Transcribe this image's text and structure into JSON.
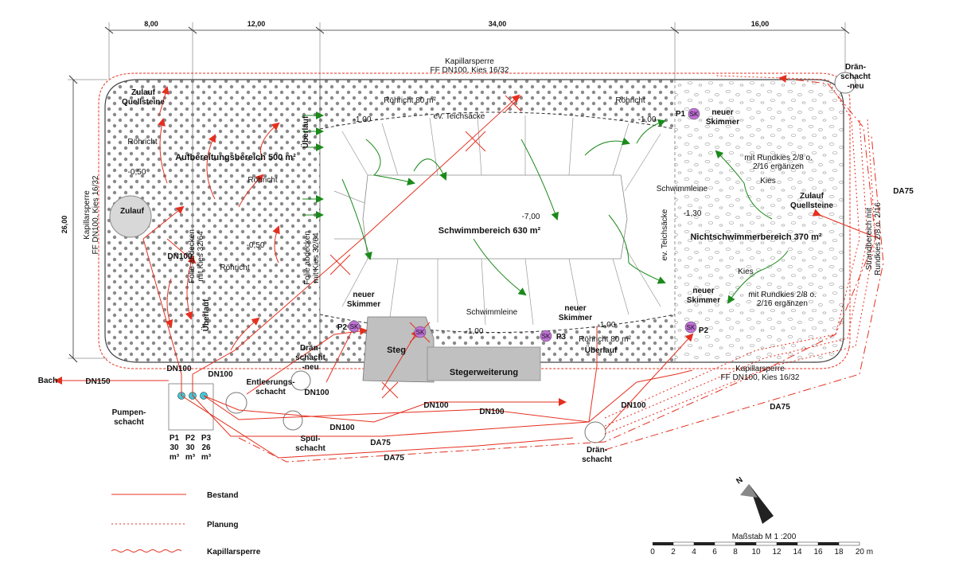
{
  "dimensions": [
    "8,00",
    "12,00",
    "34,00",
    "16,00",
    "26,00"
  ],
  "labels": {
    "kapillarsperre_top": [
      "Kapillarsperre",
      "FF DN100, Kies 16/32"
    ],
    "kapillarsperre_left": [
      "Kapillarsperre",
      "FF DN100, Kies 16/32"
    ],
    "kapillarsperre_bottom": [
      "Kapillarsperre",
      "FF DN100, Kies 16/32"
    ],
    "draenschacht_neu_top": [
      "Drän-",
      "schacht",
      "-neu"
    ],
    "draenschacht_neu_bottom": [
      "Drän-",
      "schacht",
      "-neu"
    ],
    "zulauf_quellsteine_left": [
      "Zulauf",
      "Quellsteine"
    ],
    "zulauf_quellsteine_right": [
      "Zulauf",
      "Quellsteine"
    ],
    "roehricht_80_top": "Röhricht 80 m²",
    "roehricht_80_bottom": "Röhricht 80 m²",
    "roehricht": "Röhricht",
    "ev_teichsaecke_top": "ev. Teichsäcke",
    "ev_teichsaecke_right": "ev. Teichsäcke",
    "aufbereitung": "Aufbereitungsbereich 500 m²",
    "schwimmbereich": "Schwimmbereich 630 m²",
    "nichtschwimmer": "Nichtschwimmerbereich 370 m²",
    "depth_neg_050": "-0,50",
    "depth_neg_100": "-1,00",
    "depth_neg_130": "-1,30",
    "depth_neg_700": "-7,00",
    "zulauf": "Zulauf",
    "dn100": "DN100",
    "dn150": "DN150",
    "da75": "DA75",
    "bach": "Bach",
    "folie": [
      "Folie abdecken",
      "mit Kies 32/64"
    ],
    "ueberlauf": "Überlauf",
    "schwimmleine": "Schwimmleine",
    "neuer_skimmer": [
      "neuer",
      "Skimmer"
    ],
    "sk": "SK",
    "p1": "P1",
    "p2": "P2",
    "p3": "P3",
    "rundkies": [
      "mit Rundkies 2/8 o.",
      "2/16 ergänzen"
    ],
    "kies": "Kies",
    "strandbereich": [
      "Strandbereich mit",
      "Rundkies 2/8 o. 2/16"
    ],
    "steg": "Steg",
    "stegerweiterung": "Stegerweiterung",
    "entleerungsschacht": [
      "Entleerungs-",
      "schacht"
    ],
    "pumpenschacht": [
      "Pumpen-",
      "schacht"
    ],
    "pumps": [
      {
        "name": "P1",
        "vol": "30",
        "unit": "m³"
      },
      {
        "name": "P2",
        "vol": "30",
        "unit": "m³"
      },
      {
        "name": "P3",
        "vol": "26",
        "unit": "m³"
      }
    ],
    "spuelschacht": [
      "Spül-",
      "schacht"
    ],
    "draenschacht": [
      "Drän-",
      "schacht"
    ]
  },
  "legend": {
    "bestand": "Bestand",
    "planung": "Planung",
    "kapillarsperre": "Kapillarsperre"
  },
  "scale": {
    "title": "Maßstab M 1 :200",
    "ticks": [
      "0",
      "2",
      "4",
      "6",
      "8",
      "10",
      "12",
      "14",
      "16",
      "18",
      "20 m"
    ]
  },
  "north": "N",
  "colors": {
    "existing": "#e53020",
    "green_arrow": "#1a8a1a",
    "skimmer": "#c070d8",
    "deck": "#c0c0c0"
  }
}
